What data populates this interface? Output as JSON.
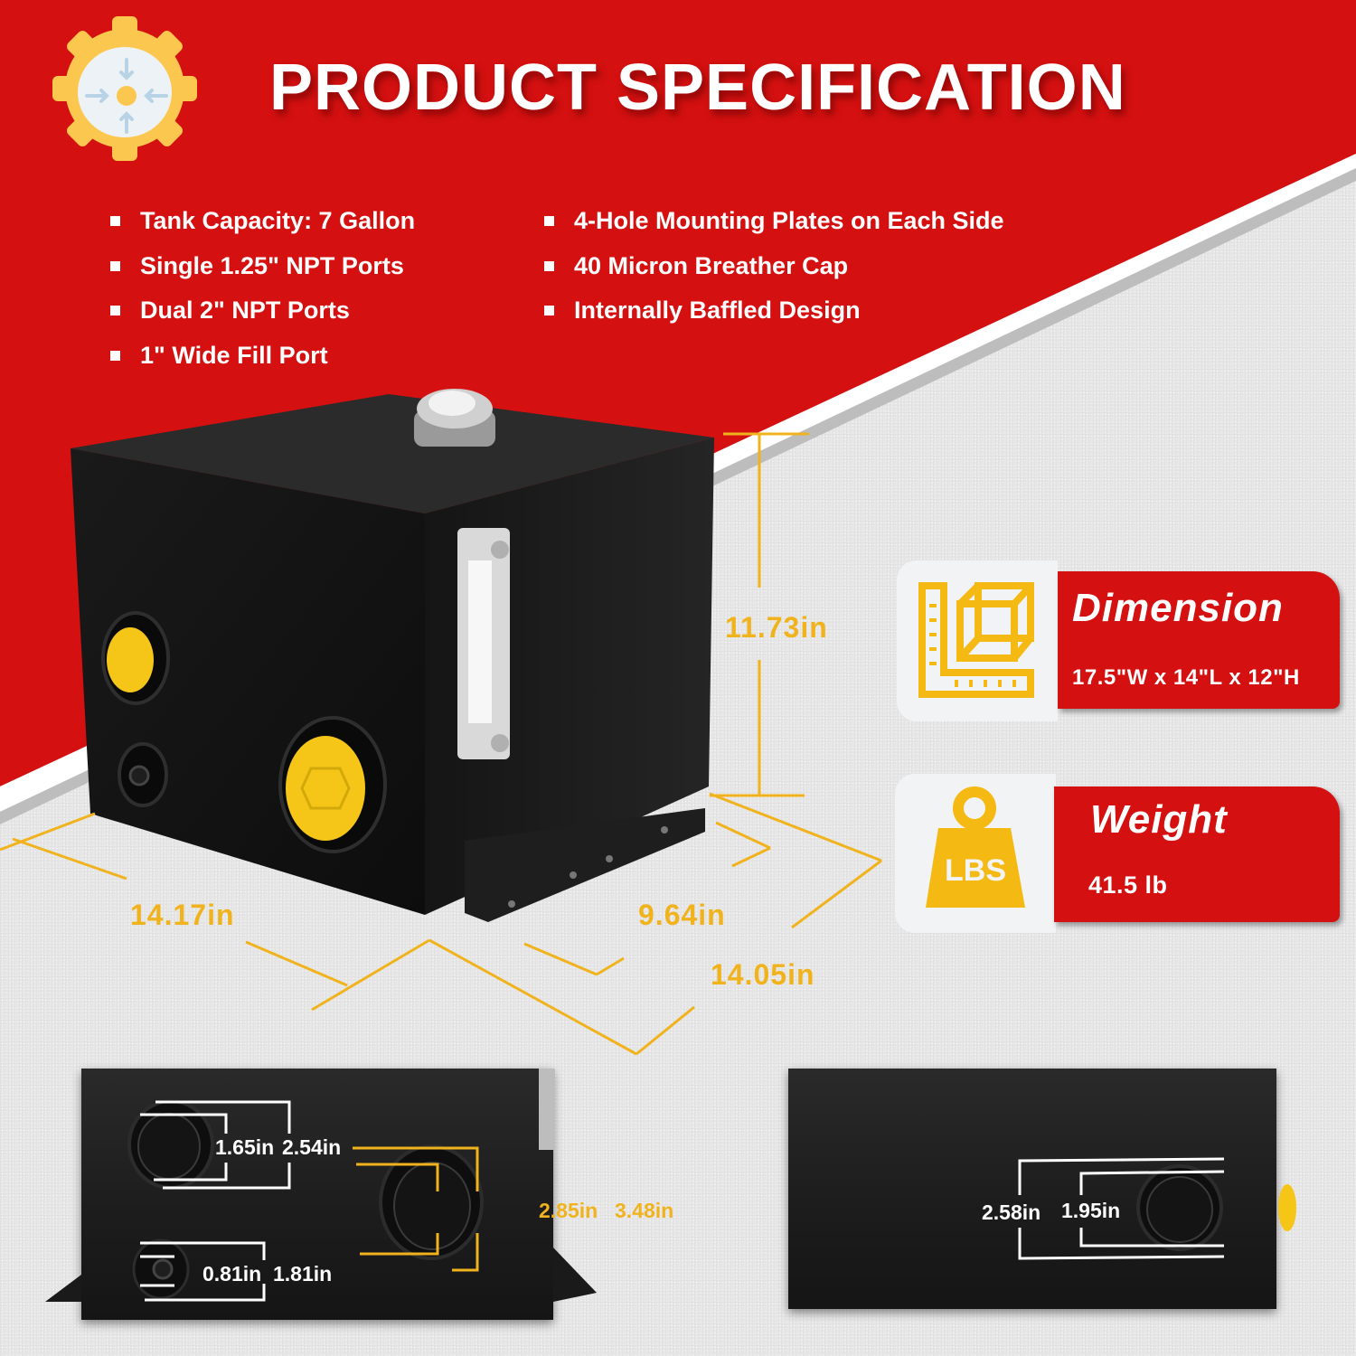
{
  "header": {
    "title": "PRODUCT SPECIFICATION",
    "icon": "gear-compress-icon"
  },
  "features": {
    "column1": [
      "Tank Capacity: 7 Gallon",
      "Single 1.25\" NPT Ports",
      "Dual 2\" NPT Ports",
      "1\" Wide Fill Port"
    ],
    "column2": [
      "4-Hole Mounting Plates on Each Side",
      "40 Micron Breather Cap",
      "Internally Baffled Design"
    ]
  },
  "tank_dimensions": {
    "height": "11.73in",
    "front_width": "14.17in",
    "plate_width": "9.64in",
    "depth": "14.05in"
  },
  "cards": {
    "dimension": {
      "heading": "Dimension",
      "value": "17.5\"W x 14\"L x 12\"H",
      "icon": "ruler-cube-icon"
    },
    "weight": {
      "heading": "Weight",
      "value": "41.5 lb",
      "icon": "weight-lbs-icon",
      "icon_text": "LBS"
    }
  },
  "detail_left": {
    "port_top": {
      "inner": "1.65in",
      "outer": "2.54in"
    },
    "port_small": {
      "inner": "0.81in",
      "outer": "1.81in"
    },
    "port_large": {
      "inner": "2.85in",
      "outer": "3.48in"
    }
  },
  "detail_right": {
    "port": {
      "outer": "2.58in",
      "inner": "1.95in"
    }
  },
  "colors": {
    "brand_red": "#d41010",
    "accent_yellow": "#f0b31e",
    "tank_black": "#1c1c1c",
    "card_bg": "#f2f3f5"
  }
}
